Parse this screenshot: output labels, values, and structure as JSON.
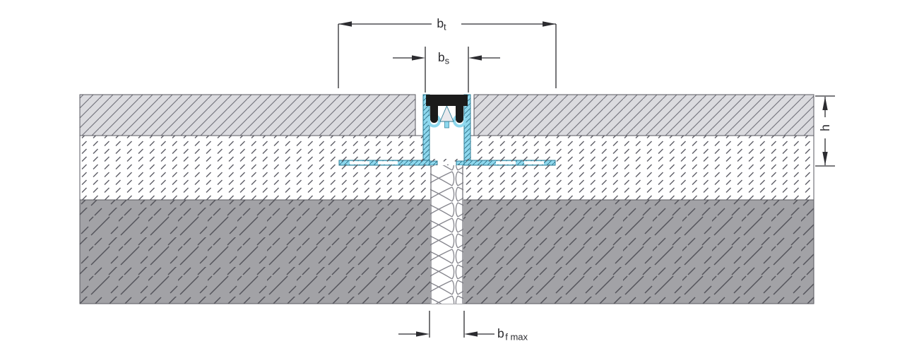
{
  "diagram": {
    "dimension_labels": {
      "bt": {
        "base": "b",
        "sub": "t"
      },
      "bs": {
        "base": "b",
        "sub": "s"
      },
      "h": "h",
      "bf": {
        "base": "b",
        "sub": "f max"
      }
    },
    "colors": {
      "background": "#ffffff",
      "aluminum_profile": "#8ed8ee",
      "aluminum_hatch_line": "#35788f",
      "elastomer_insert": "#1b1b1b",
      "top_layer": "#dbdbdf",
      "top_layer_hatch_line": "#70707a",
      "middle_layer": "#ffffff",
      "middle_layer_dash": "#5f5f68",
      "bottom_layer": "#a2a2a6",
      "bottom_layer_dash": "#54545b",
      "joint_filler_line": "#84848c",
      "dimension_lines": "#2c2c30"
    }
  }
}
